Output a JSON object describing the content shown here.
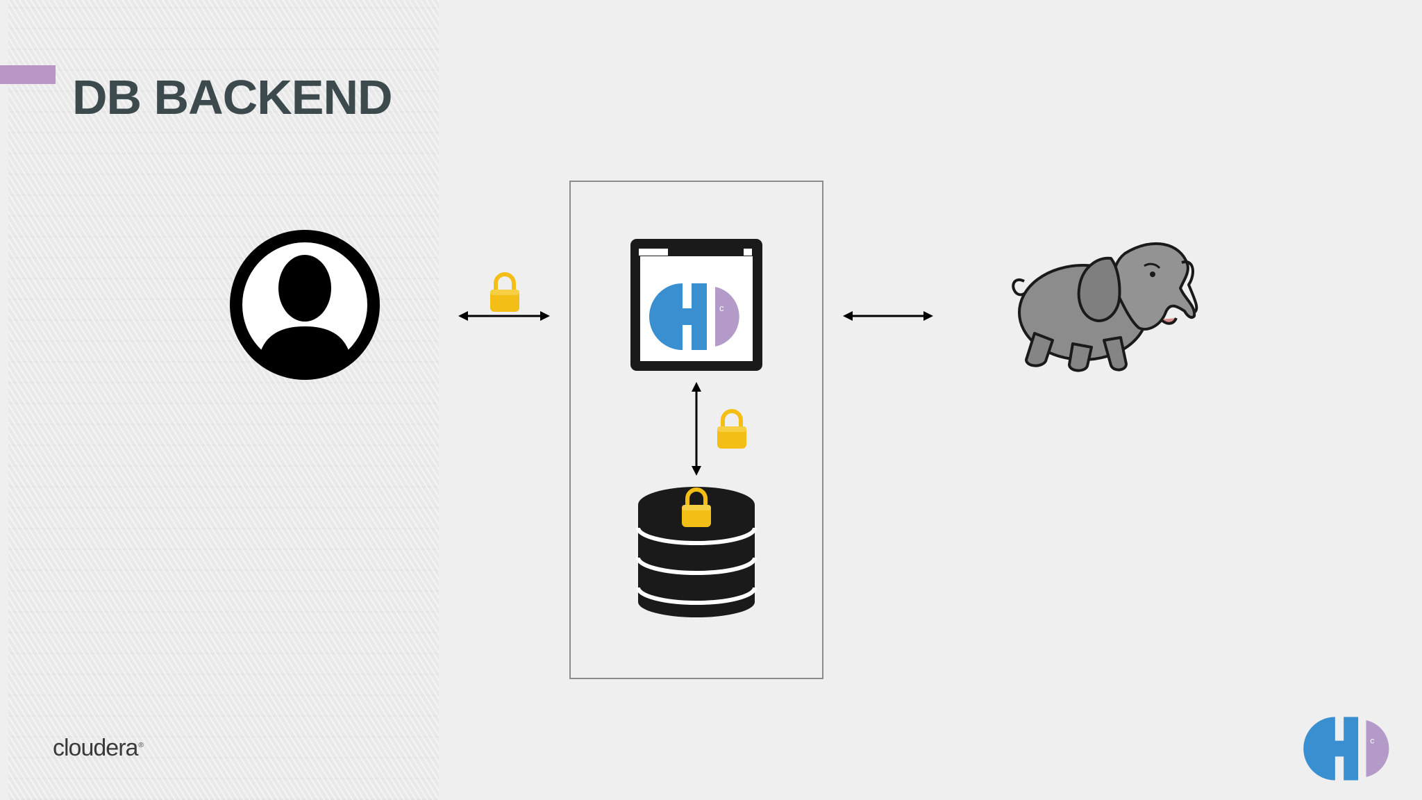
{
  "slide": {
    "title": "DB BACKEND",
    "brand_text": "cloudera",
    "colors": {
      "accent": "#b895c4",
      "title": "#3c4a4d",
      "lock": "#f3be15",
      "hue_blue": "#3a8fd1",
      "hue_purple": "#b49ac8",
      "elephant": "#8c8c8c"
    }
  },
  "diagram": {
    "nodes": [
      {
        "id": "user",
        "icon": "user-avatar-icon"
      },
      {
        "id": "hue-server",
        "icon": "hue-browser-window-icon"
      },
      {
        "id": "database",
        "icon": "database-icon"
      },
      {
        "id": "hadoop",
        "icon": "hadoop-elephant-icon"
      }
    ],
    "connections": [
      {
        "from": "user",
        "to": "hue-server",
        "bidirectional": true,
        "encrypted": true
      },
      {
        "from": "hue-server",
        "to": "database",
        "bidirectional": true,
        "encrypted": true
      },
      {
        "from": "hue-server",
        "to": "hadoop",
        "bidirectional": true,
        "encrypted": false
      }
    ],
    "database_encrypted": true
  }
}
